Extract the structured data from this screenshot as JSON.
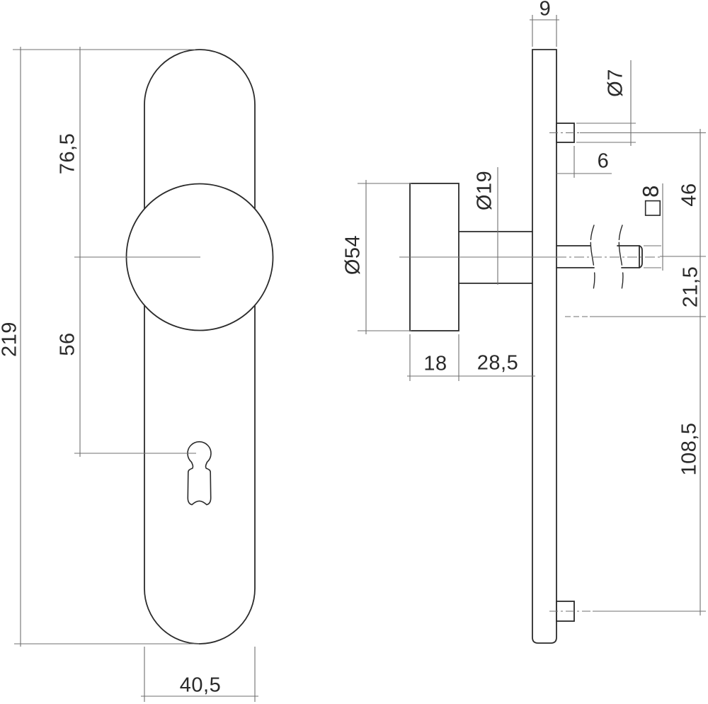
{
  "drawing": {
    "kind": "technical-dimension-drawing",
    "subject": "Door knob on long backplate with keyhole — front view and side view",
    "background_color": "#ffffff",
    "object_line_color": "#2b2b2b",
    "dim_line_color": "#6f6f6f",
    "text_color": "#2a2a2a"
  },
  "front_view": {
    "overall_height": "219",
    "top_to_knob_center": "76,5",
    "knob_center_to_keyhole": "56",
    "plate_width": "40,5"
  },
  "side_view": {
    "plate_thickness": "9",
    "knob_diameter": "Ø54",
    "neck_diameter": "Ø19",
    "knob_face_depth": "18",
    "knob_total_depth": "28,5",
    "screw_hole_diameter": "Ø7",
    "screw_boss_length": "6",
    "screw_to_spindle_center": "46",
    "spindle_square_size": "□8",
    "spindle_center_offset": "21,5",
    "lower_screw_spacing": "108,5"
  }
}
